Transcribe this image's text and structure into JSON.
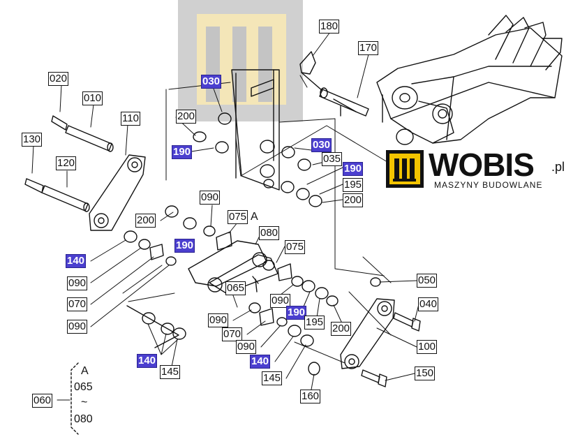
{
  "labels": {
    "p020": "020",
    "p010": "010",
    "p110": "110",
    "p130": "130",
    "p120": "120",
    "p030a": "030",
    "p200a": "200",
    "p190a": "190",
    "p180": "180",
    "p170": "170",
    "p030b": "030",
    "p035": "035",
    "p190b": "190",
    "p195a": "195",
    "p200b": "200",
    "p090a": "090",
    "p075a": "075",
    "p200c": "200",
    "p190c": "190",
    "p080": "080",
    "p075b": "075",
    "p140a": "140",
    "p090b": "090",
    "p070a": "070",
    "p090c": "090",
    "p065": "065",
    "p090d": "090",
    "p190d": "190",
    "p195b": "195",
    "p200d": "200",
    "p090e": "090",
    "p070b": "070",
    "p090f": "090",
    "p140b": "140",
    "p145a": "145",
    "p140c": "140",
    "p145b": "145",
    "p050": "050",
    "p040": "040",
    "p100": "100",
    "p150": "150",
    "p160": "160",
    "p060": "060"
  },
  "markers": {
    "a1": "A"
  },
  "kit": {
    "a": "A",
    "start": "065",
    "tilde": "~",
    "end": "080"
  },
  "watermark": {
    "brand": "WOBIS",
    "tld": ".pl",
    "tagline": "MASZYNY BUDOWLANE"
  },
  "colors": {
    "highlight": "#4b3fcf",
    "watermark_tan": "#f2e4b6",
    "watermark_gray": "#c9c9c9"
  }
}
